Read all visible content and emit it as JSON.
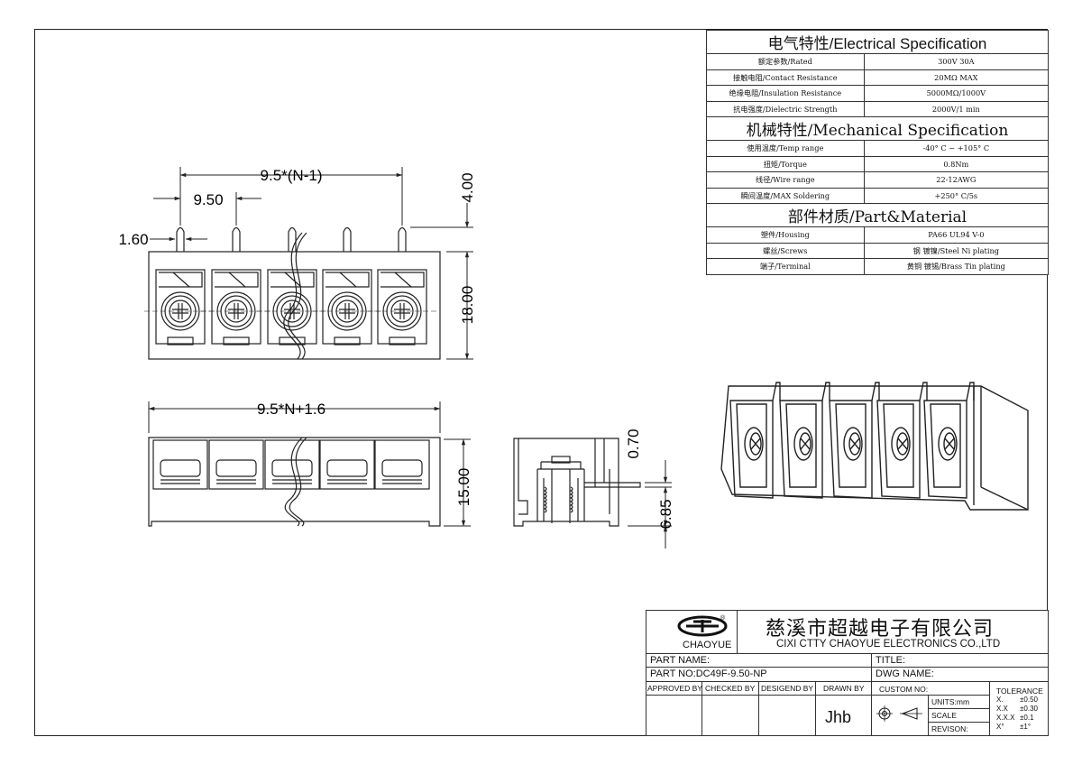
{
  "spec": {
    "electrical_title": "电气特性/Electrical Specification",
    "electrical": [
      {
        "label": "额定参数/Rated",
        "value": "300V  30A"
      },
      {
        "label": "接触电阻/Contact Resistance",
        "value": "20MΩ MAX"
      },
      {
        "label": "绝缘电阻/Insulation Resistance",
        "value": "5000MΩ/1000V"
      },
      {
        "label": "抗电强度/Dielectric Strength",
        "value": "2000V/1 min"
      }
    ],
    "mechanical_title": "机械特性/Mechanical Specification",
    "mechanical": [
      {
        "label": "使用温度/Temp range",
        "value": "-40° C ~ +105° C"
      },
      {
        "label": "扭矩/Torque",
        "value": "0.8Nm"
      },
      {
        "label": "线径/Wire range",
        "value": "22-12AWG"
      },
      {
        "label": "瞬间温度/MAX Soldering",
        "value": "+250° C/5s"
      }
    ],
    "material_title": "部件材质/Part&Material",
    "material": [
      {
        "label": "塑件/Housing",
        "value": "PA66 UL94 V-0"
      },
      {
        "label": "螺丝/Screws",
        "value": "钢 镀镍/Steel Ni plating"
      },
      {
        "label": "端子/Terminal",
        "value": "黄铜 镀锡/Brass Tin  plating"
      }
    ]
  },
  "dimensions": {
    "pitch_total": "9.5*(N-1)",
    "pitch": "9.50",
    "pin_width": "1.60",
    "pin_height": "4.00",
    "body_height": "18.00",
    "length": "9.5*N+1.6",
    "side_height": "15.00",
    "side_top": "0.70",
    "side_offset": "6.85"
  },
  "title_block": {
    "brand": "CHAOYUE",
    "company_cn": "慈溪市超越电子有限公司",
    "company_en": "CIXI CTTY CHAOYUE ELECTRONICS CO.,LTD",
    "part_name_label": "PART NAME:",
    "title_label": "TITLE:",
    "part_no_label": "PART NO:DC49F-9.50-NP",
    "dwg_name_label": "DWG NAME:",
    "approved_by": "APPROVED BY",
    "checked_by": "CHECKED BY",
    "designed_by": "DESIGEND BY",
    "drawn_by": "DRAWN BY",
    "drawn_by_value": "Jhb",
    "custom_no": "CUSTOM NO:",
    "units": "UNITS:mm",
    "scale": "SCALE",
    "revision": "REVISON:",
    "tolerance_title": "TOLERANCE",
    "tolerance": [
      {
        "k": "X.",
        "v": "±0.50"
      },
      {
        "k": "X.X",
        "v": "±0.30"
      },
      {
        "k": "X.X.X",
        "v": "±0.1"
      },
      {
        "k": "X°",
        "v": "±1°"
      }
    ]
  }
}
